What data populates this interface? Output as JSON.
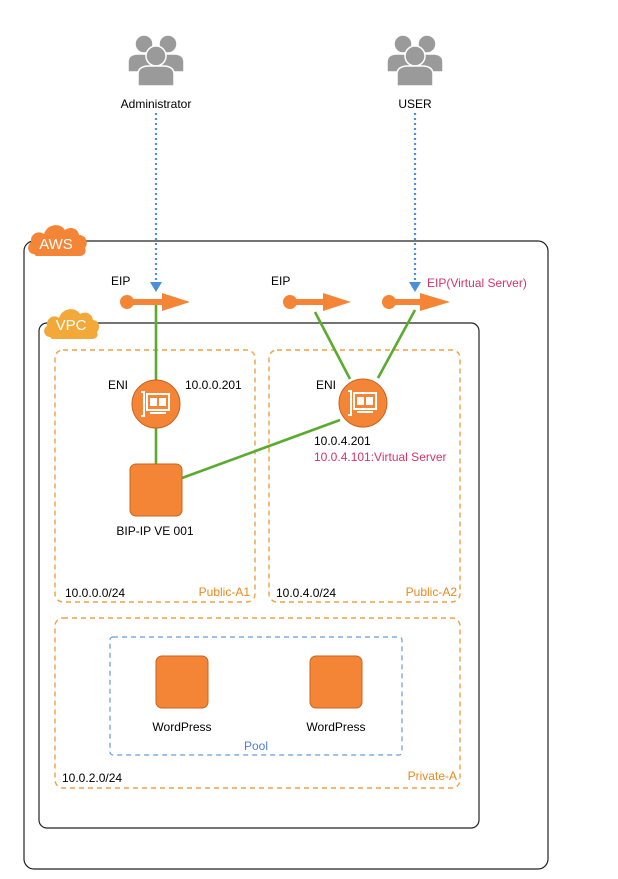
{
  "colors": {
    "aws_orange": "#f58536",
    "zone_orange": "#f0a040",
    "link_green": "#5aab2f",
    "dotted_blue": "#4a8fd8",
    "highlight_pink": "#d6336c",
    "pool_blue": "#6a9ad8",
    "user_gray": "#9a9a9a"
  },
  "actors": {
    "administrator": {
      "label": "Administrator",
      "icon": "users-icon"
    },
    "user": {
      "label": "USER",
      "icon": "users-icon"
    }
  },
  "aws": {
    "label": "AWS"
  },
  "vpc": {
    "label": "VPC"
  },
  "eips": {
    "eip1": {
      "label": "EIP"
    },
    "eip2": {
      "label": "EIP"
    },
    "eip3": {
      "label": "EIP(Virtual Server)"
    }
  },
  "subnets": {
    "public_a1": {
      "name": "Public-A1",
      "cidr": "10.0.0.0/24"
    },
    "public_a2": {
      "name": "Public-A2",
      "cidr": "10.0.4.0/24"
    },
    "private_a": {
      "name": "Private-A",
      "cidr": "10.0.2.0/24"
    }
  },
  "enis": {
    "eni1": {
      "label": "ENI",
      "ip": "10.0.0.201"
    },
    "eni2": {
      "label": "ENI",
      "ip": "10.0.4.201",
      "vip": "10.0.4.101:Virtual Server"
    }
  },
  "instances": {
    "bigip": {
      "label": "BIP-IP VE 001"
    },
    "wp1": {
      "label": "WordPress"
    },
    "wp2": {
      "label": "WordPress"
    }
  },
  "pool": {
    "label": "Pool"
  }
}
